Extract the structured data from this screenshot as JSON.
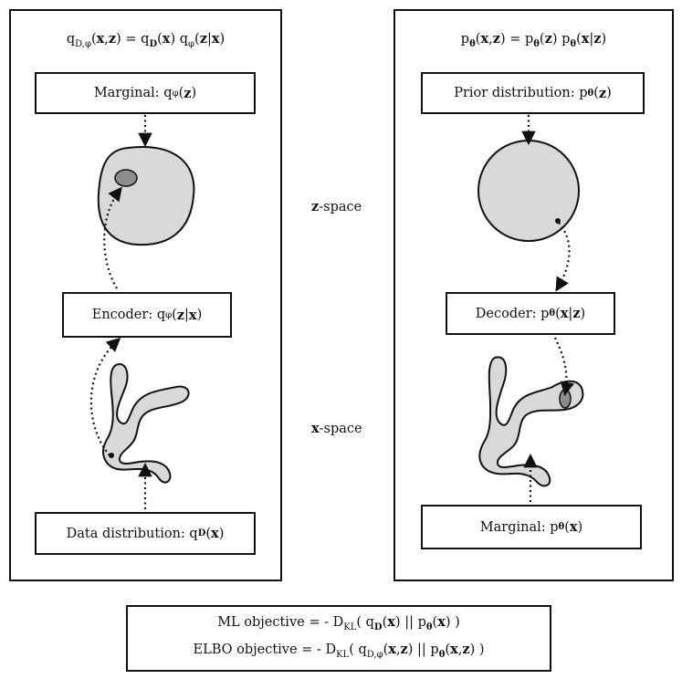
{
  "left_panel": {
    "equation": "q_{D,φ}(x,z) = q_D(x) q_φ(z|x)",
    "equation_parts": [
      "q",
      "D,φ",
      "(",
      "x",
      ",",
      "z",
      ") = q",
      "D",
      "(",
      "x",
      ") q",
      "φ",
      "(",
      "z",
      "|",
      "x",
      ")"
    ],
    "marginal_label": "Marginal: q_φ(z)",
    "marginal_parts": [
      "Marginal: q",
      "φ",
      "(",
      "z",
      ")"
    ],
    "encoder_label": "Encoder: q_φ(z|x)",
    "encoder_parts": [
      "Encoder: q",
      "φ",
      "(",
      "z",
      "|",
      "x",
      ")"
    ],
    "data_label": "Data distribution: q_D(x)",
    "data_parts": [
      "Data distribution: q",
      "D",
      "(",
      "x",
      ")"
    ]
  },
  "right_panel": {
    "equation": "p_θ(x,z) = p_θ(z) p_θ(x|z)",
    "equation_parts": [
      "p",
      "θ",
      "(",
      "x",
      ",",
      "z",
      ") = p",
      "θ",
      "(",
      "z",
      ") p",
      "θ",
      "(",
      "x",
      "|",
      "z",
      ")"
    ],
    "prior_label": "Prior distribution: p_θ(z)",
    "prior_parts": [
      "Prior distribution: p",
      "θ",
      "(",
      "z",
      ")"
    ],
    "decoder_label": "Decoder: p_θ(x|z)",
    "decoder_parts": [
      "Decoder: p",
      "θ",
      "(",
      "x",
      "|",
      "z",
      ")"
    ],
    "marginal_label": "Marginal: p_θ(x)",
    "marginal_parts": [
      "Marginal: p",
      "θ",
      "(",
      "x",
      ")"
    ]
  },
  "space_labels": {
    "z_space": [
      "z",
      "-space"
    ],
    "x_space": [
      "x",
      "-space"
    ]
  },
  "objectives": {
    "ml": "ML objective = - D_KL( q_D(x) || p_θ(x) )",
    "ml_parts": [
      "ML objective = - D",
      "KL",
      "( q",
      "D",
      "(",
      "x",
      ") || p",
      "θ",
      "(",
      "x",
      ") )"
    ],
    "elbo": "ELBO objective = - D_KL( q_{D,φ}(x,z) || p_θ(x,z) )",
    "elbo_parts": [
      "ELBO objective = - D",
      "KL",
      "( q",
      "D,φ",
      "(",
      "x",
      ",",
      "z",
      ") || p",
      "θ",
      "(",
      "x",
      ",",
      "z",
      ") )"
    ]
  },
  "colors": {
    "blob_fill": "#d9d9d9",
    "inner_fill": "#8c8c8c",
    "stroke": "#111111"
  }
}
